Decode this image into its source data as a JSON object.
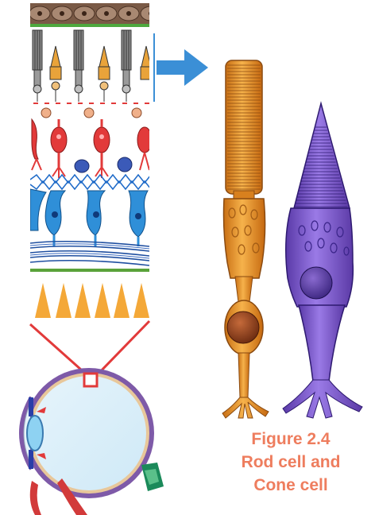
{
  "caption": {
    "lines": [
      "Figure 2.4",
      "Rod cell and",
      "Cone cell"
    ],
    "color": "#ee7d5e"
  },
  "colors": {
    "arrow": "#3b8fd6",
    "rod": "#f0a43a",
    "cone": "#7e5ad6",
    "nucleus": "#8b3e1d",
    "bipolar": "#e23a3a",
    "ganglion": "#2f8fd8",
    "eye_outline": "#7e5aa8",
    "focus_lines": "#e23a3a"
  },
  "icons": [
    "arrow-right-icon"
  ]
}
